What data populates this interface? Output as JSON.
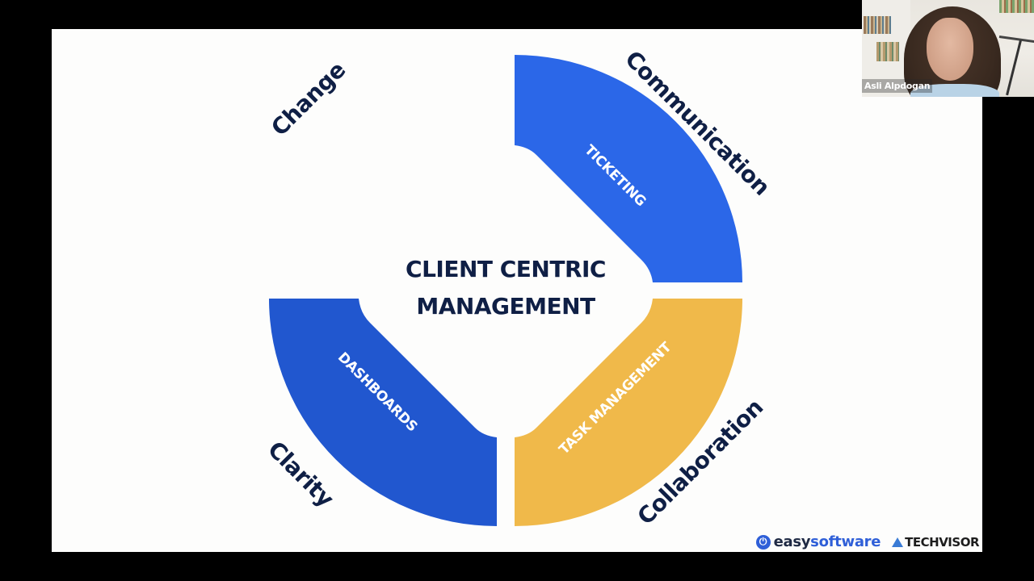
{
  "slide": {
    "center_title_line1": "CLIENT CENTRIC",
    "center_title_line2": "MANAGEMENT",
    "segments": [
      {
        "label": "TICKETING",
        "color": "#2b67e8"
      },
      {
        "label": "TASK MANAGEMENT",
        "color": "#f0b94a"
      },
      {
        "label": "DASHBOARDS",
        "color": "#2157cf"
      }
    ],
    "outer_words": {
      "top_left": "Change",
      "top_right": "Communication",
      "bottom_right": "Collaboration",
      "bottom_left": "Clarity"
    },
    "colors": {
      "title_text": "#0f1f45",
      "background": "#fdfdfc"
    },
    "logos": {
      "easy_part1": "easy",
      "easy_part2": "software",
      "easy_icon": "power-icon",
      "techvisor": "TECHVISOR"
    }
  },
  "webcam": {
    "participant_name": "Asli Alpdogan"
  }
}
